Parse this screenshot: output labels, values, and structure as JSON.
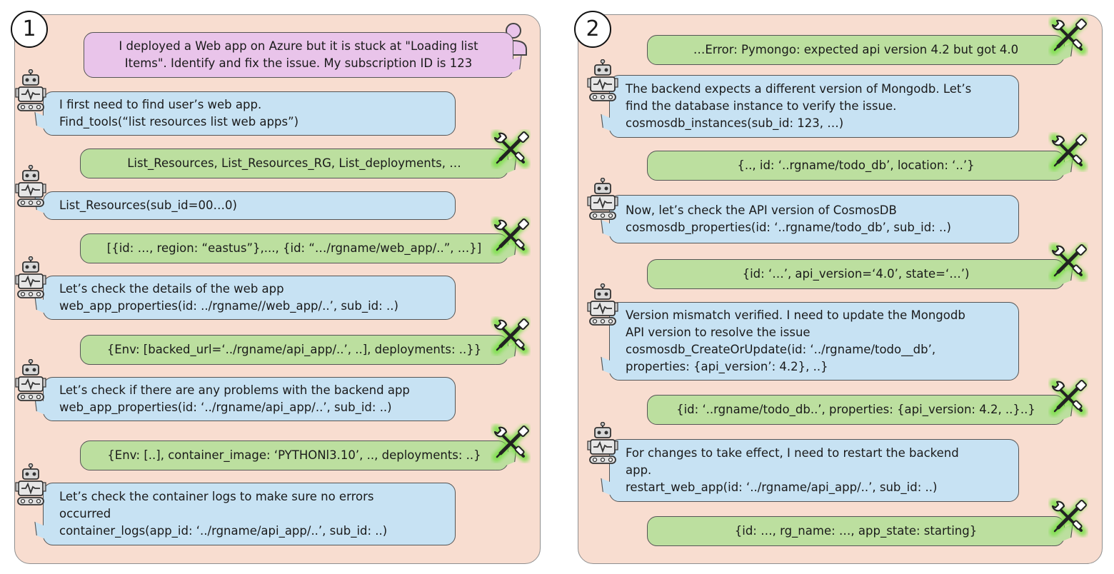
{
  "panels": [
    {
      "number": "1",
      "user": {
        "lines": [
          "I deployed a Web app on Azure but it is stuck at \"Loading list",
          "Items\". Identify and fix the issue. My subscription ID is 123"
        ]
      },
      "messages": [
        {
          "role": "agent",
          "lines": [
            "I first need to find user’s web app.",
            "Find_tools(“list resources list web apps”)"
          ]
        },
        {
          "role": "tool",
          "lines": [
            "List_Resources, List_Resources_RG, List_deployments, …"
          ]
        },
        {
          "role": "agent",
          "lines": [
            "List_Resources(sub_id=00…0)"
          ]
        },
        {
          "role": "tool",
          "lines": [
            "[{id: …, region: “eastus”},..., {id: “…/rgname/web_app/..”, …}]"
          ]
        },
        {
          "role": "agent",
          "lines": [
            "Let’s check the details of the web app",
            "web_app_properties(id: ../rgname//web_app/..’, sub_id: ..)"
          ]
        },
        {
          "role": "tool",
          "lines": [
            "{Env: [backed_url=‘../rgname/api_app/..’, ..], deployments: ..}}"
          ]
        },
        {
          "role": "agent",
          "lines": [
            "Let’s check if there are any problems with the backend app",
            "web_app_properties(id: ‘../rgname/api_app/..’, sub_id: ..)"
          ]
        },
        {
          "role": "tool",
          "lines": [
            "{Env: [..], container_image: ‘PYTHONl3.10’, .., deployments: ..}"
          ]
        },
        {
          "role": "agent",
          "lines": [
            "Let’s check the container logs to make sure no errors",
            "occurred",
            "container_logs(app_id: ‘../rgname/api_app/..’, sub_id: ..)"
          ]
        }
      ]
    },
    {
      "number": "2",
      "messages": [
        {
          "role": "tool",
          "lines": [
            "…Error: Pymongo: expected api version 4.2 but got 4.0"
          ]
        },
        {
          "role": "agent",
          "lines": [
            "The backend expects a different version of Mongodb. Let’s",
            "find the database instance to verify the issue.",
            "cosmosdb_instances(sub_id: 123, …)"
          ]
        },
        {
          "role": "tool",
          "lines": [
            "{.., id: ‘..rgname/todo_db’, location: ‘..’}"
          ]
        },
        {
          "role": "agent",
          "lines": [
            "Now, let’s check the API version of CosmosDB",
            "cosmosdb_properties(id: ‘..rgname/todo_db’, sub_id: ..)"
          ]
        },
        {
          "role": "tool",
          "lines": [
            "{id: ‘…’, api_version=‘4.0’, state=‘…’)"
          ]
        },
        {
          "role": "agent",
          "lines": [
            "Version mismatch verified. I need to update the Mongodb",
            "API version to resolve the issue",
            "cosmosdb_CreateOrUpdate(id: ‘../rgname/todo__db’,",
            "properties: {api_version’: 4.2}, ..}"
          ]
        },
        {
          "role": "tool",
          "lines": [
            "{id: ‘..rgname/todo_db..’, properties: {api_version: 4.2, ..}..}"
          ]
        },
        {
          "role": "agent",
          "lines": [
            "For changes to take effect, I need to restart the backend",
            "app.",
            "restart_web_app(id: ‘../rgname/api_app/..’, sub_id: ..)"
          ]
        },
        {
          "role": "tool",
          "lines": [
            "{id: …, rg_name: …, app_state: starting}"
          ]
        }
      ]
    }
  ]
}
